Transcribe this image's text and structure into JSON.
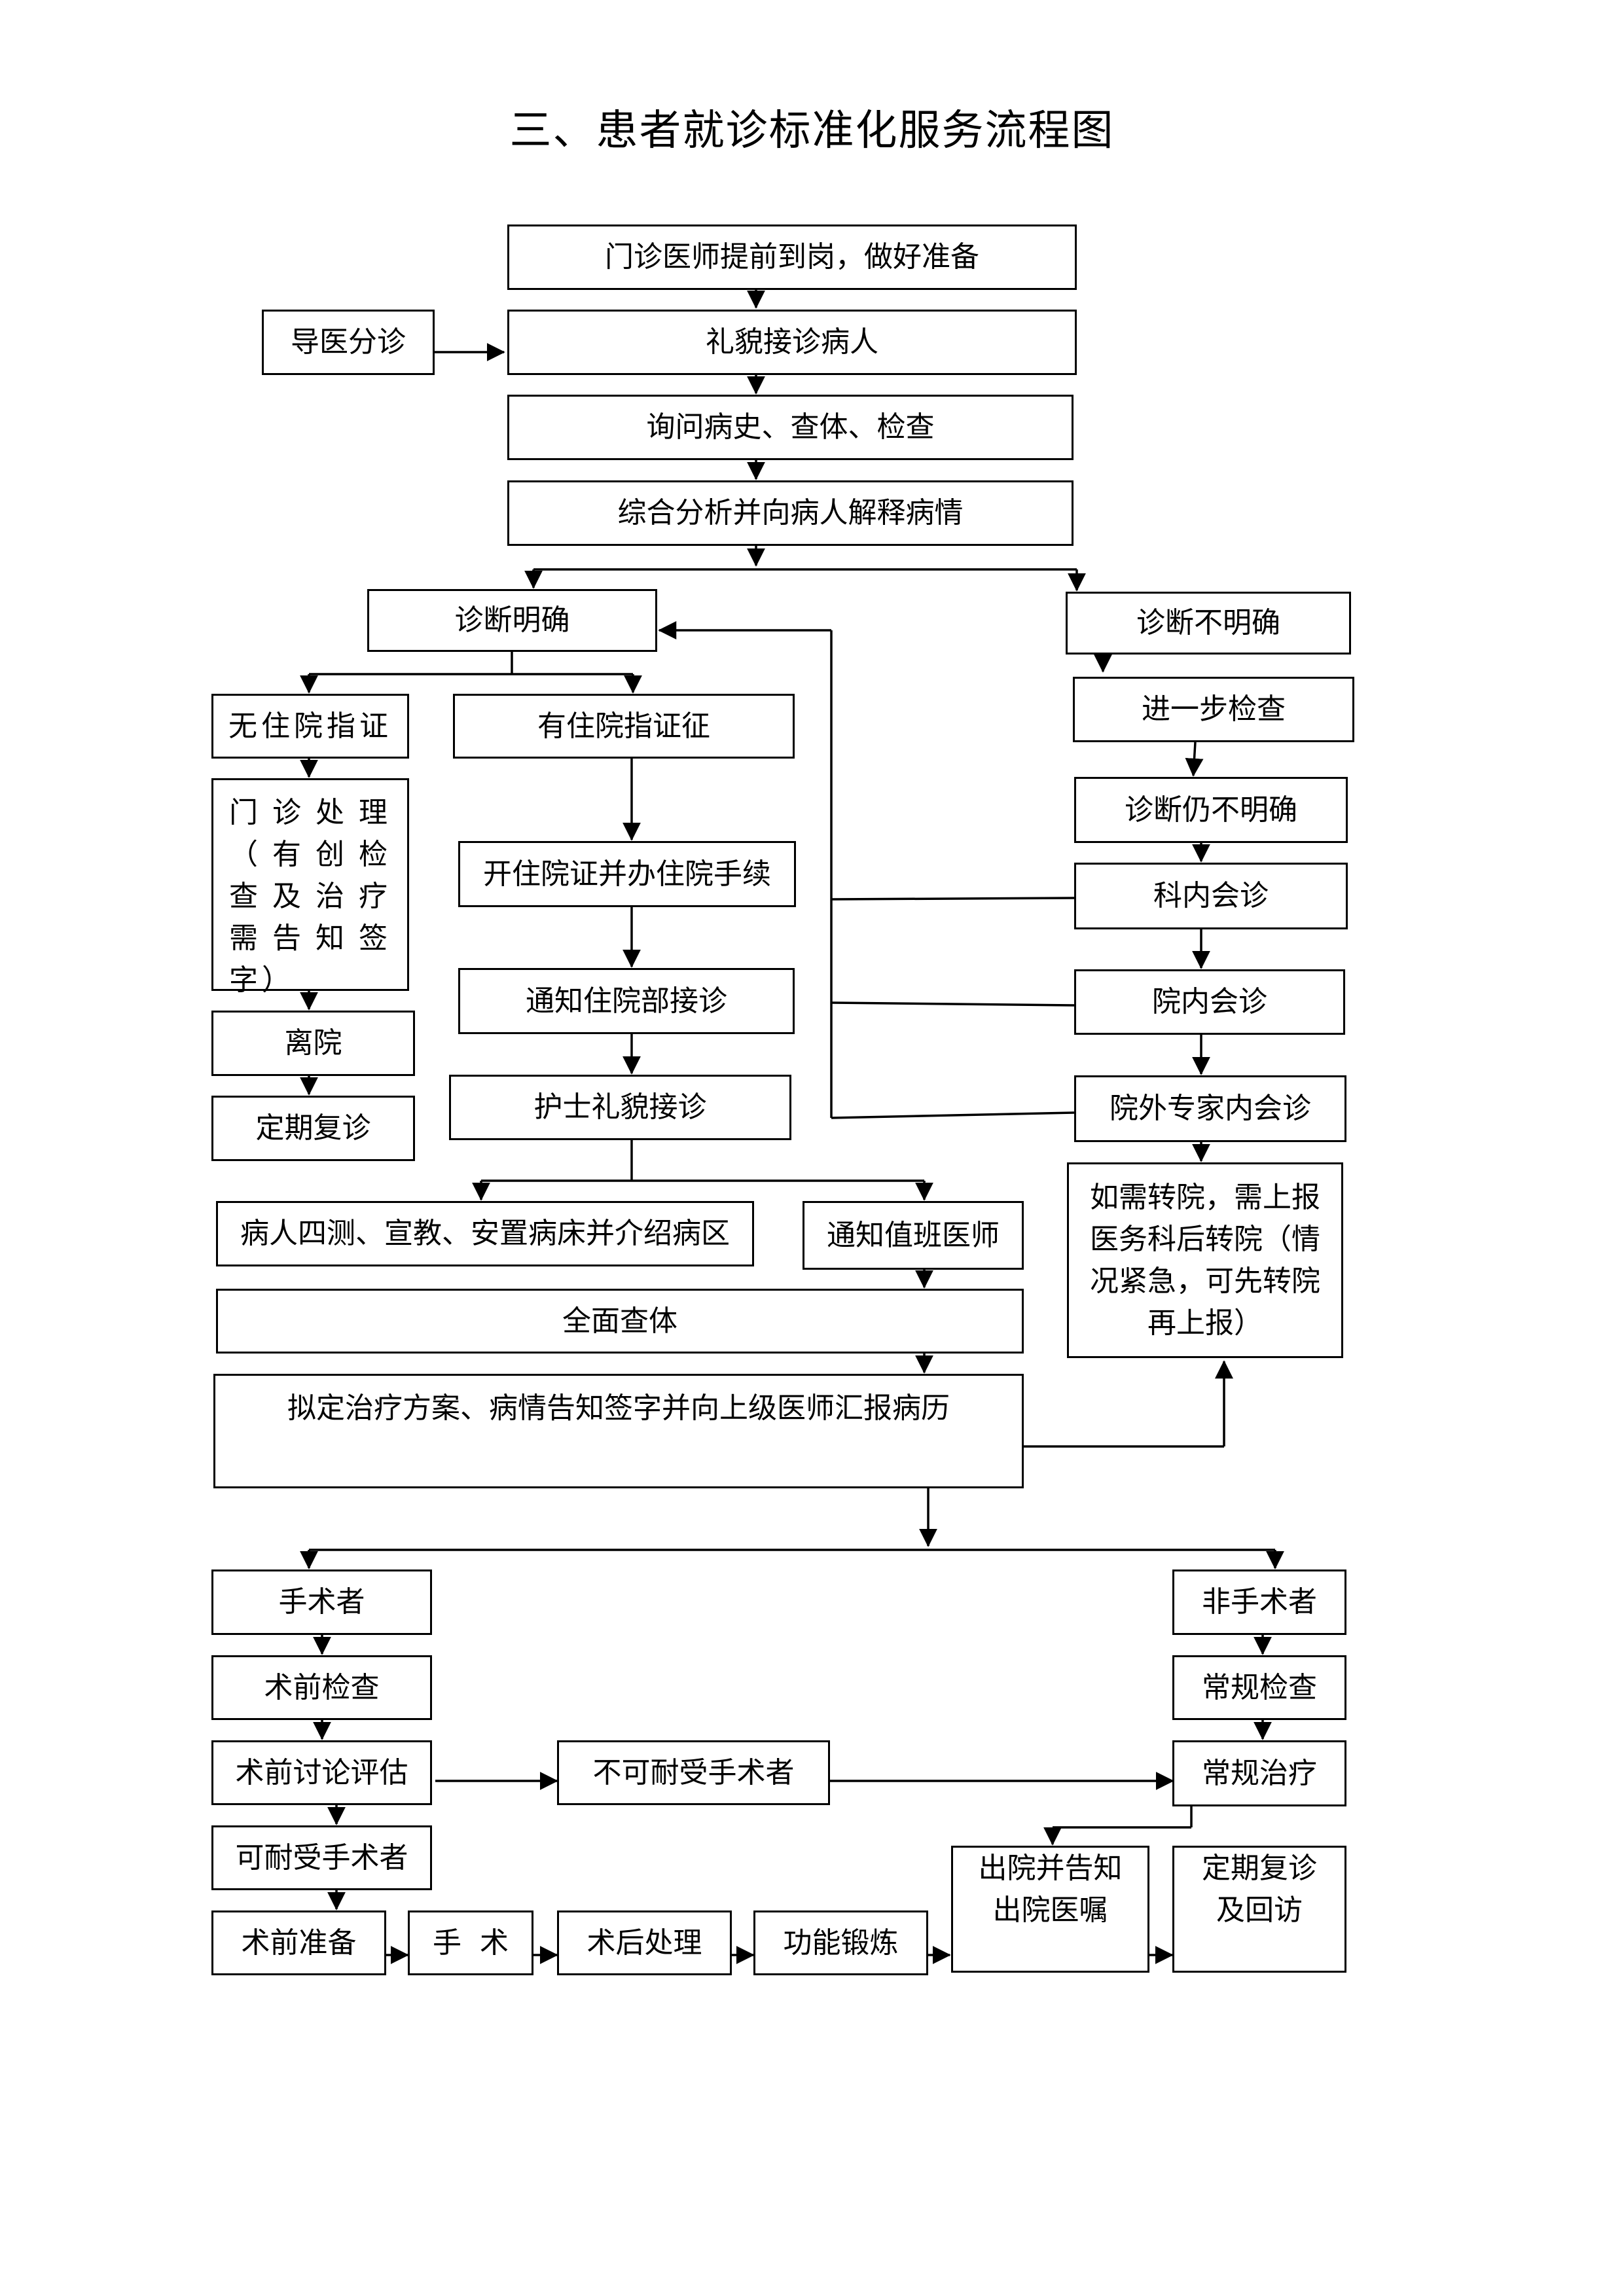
{
  "title": "三、患者就诊标准化服务流程图",
  "nodes": {
    "prepare": "门诊医师提前到岗，做好准备",
    "guide": "导医分诊",
    "reception": "礼貌接诊病人",
    "inquiry": "询问病史、查体、检查",
    "analysis": "综合分析并向病人解释病情",
    "diag_clear": "诊断明确",
    "diag_unclear": "诊断不明确",
    "no_admission": "无住院指证",
    "has_admission": "有住院指证征",
    "further_exam": "进一步检查",
    "outpatient_treatment": "门诊处理（有创检查及治疗需告知签字）",
    "still_unclear": "诊断仍不明确",
    "admission_procedure": "开住院证并办住院手续",
    "dept_consult": "科内会诊",
    "notify_ward": "通知住院部接诊",
    "hospital_consult": "院内会诊",
    "leave": "离院",
    "nurse_reception": "护士礼貌接诊",
    "followup": "定期复诊",
    "external_consult": "院外专家内会诊",
    "transfer": "如需转院，需上报医务科后转院（情况紧急，可先转院再上报）",
    "four_measurements": "病人四测、宣教、安置病床并介绍病区",
    "notify_doctor": "通知值班医师",
    "full_exam": "全面查体",
    "treatment_plan": "拟定治疗方案、病情告知签字并向上级医师汇报病历",
    "surgical": "手术者",
    "non_surgical": "非手术者",
    "preop_exam": "术前检查",
    "routine_exam": "常规检查",
    "preop_discussion": "术前讨论评估",
    "intolerant": "不可耐受手术者",
    "routine_treatment": "常规治疗",
    "tolerant": "可耐受手术者",
    "discharge": "出院并告知出院医嘱",
    "followup_visit": "定期复诊及回访",
    "preop_prep": "术前准备",
    "surgery": "手  术",
    "postop": "术后处理",
    "rehab": "功能锻炼"
  }
}
